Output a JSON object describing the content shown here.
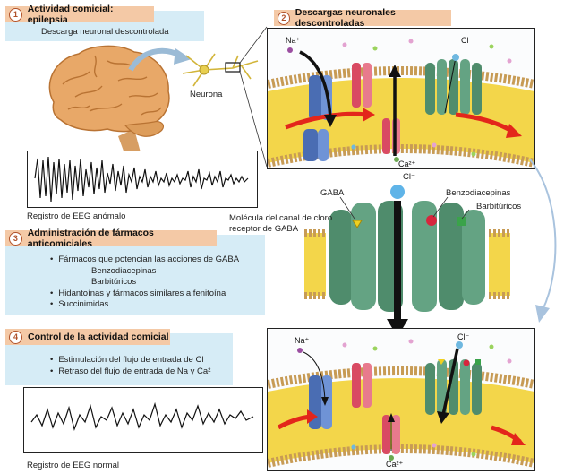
{
  "step1": {
    "num": "1",
    "title": "Actividad comicial: epilepsia",
    "subtitle": "Descarga neuronal descontrolada",
    "neuron_label": "Neurona",
    "eeg_label": "Registro de EEG anómalo"
  },
  "step2": {
    "num": "2",
    "title": "Descargas neuronales descontroladas",
    "na": "Na⁺",
    "cl": "Cl⁻",
    "ca": "Ca²⁺"
  },
  "middle": {
    "cl": "Cl⁻",
    "gaba": "GABA",
    "benzo": "Benzodiacepinas",
    "barb": "Barbitúricos",
    "channel_line1": "Molécula del canal de cloro",
    "channel_line2": "receptor de GABA"
  },
  "step3": {
    "num": "3",
    "title": "Administración de fármacos anticomiciales",
    "items": [
      "Fármacos que potencian las acciones de GABA",
      "Benzodiacepinas",
      "Barbitúricos",
      "Hidantoínas y fármacos similares a fenitoína",
      "Succinimidas"
    ]
  },
  "step4": {
    "num": "4",
    "title": "Control de la actividad comicial",
    "items": [
      "Estimulación del flujo de entrada de Cl",
      "Retraso del flujo de entrada de Na y Ca²"
    ],
    "eeg_label": "Registro de EEG normal",
    "na": "Na⁺",
    "cl": "Cl⁻",
    "ca": "Ca²⁺"
  },
  "colors": {
    "header_bg": "#f4c9a6",
    "box_bg": "#d6ecf6",
    "channel_green": "#4f8c6c",
    "arrow_red": "#e3261b"
  }
}
